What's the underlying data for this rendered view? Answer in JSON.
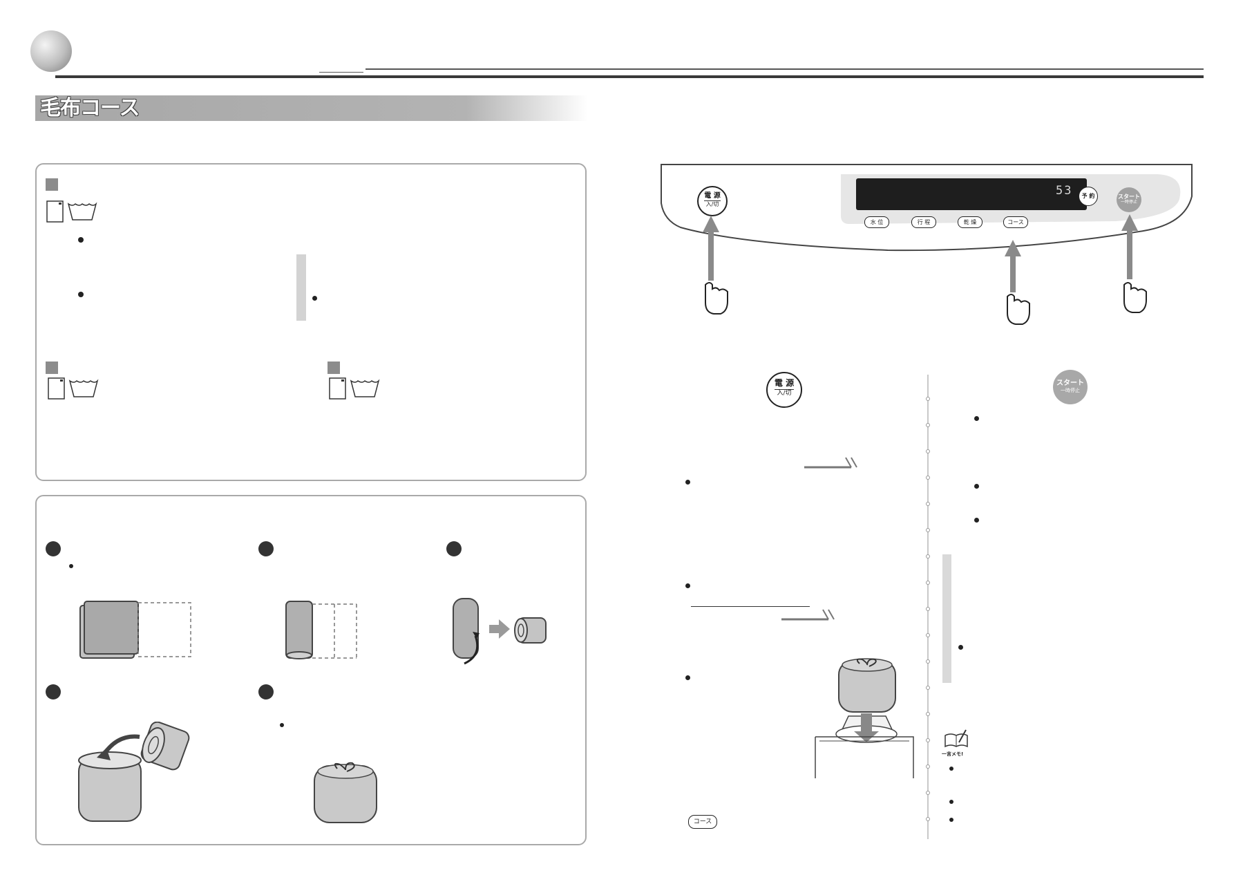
{
  "header": {
    "course_title": "毛布コース"
  },
  "control_panel": {
    "power_button": {
      "top": "電 源",
      "bottom": "入/切"
    },
    "display_digits": "53",
    "reserve_button": "予 約",
    "start_button": {
      "top": "スタート",
      "bottom": "一時停止"
    },
    "panel_buttons": [
      "水 位",
      "行 程",
      "乾 燥",
      "コース"
    ]
  },
  "steps": {
    "power_icon": {
      "top": "電 源",
      "bottom": "入/切"
    },
    "start_icon": {
      "top": "スタート",
      "bottom": "一時停止"
    },
    "course_button": "コース",
    "memo_label": "一言メモ!"
  },
  "colors": {
    "panel_border": "#a9a9a9",
    "title_band": "#a7a7a7",
    "accent_dark": "#333333"
  }
}
